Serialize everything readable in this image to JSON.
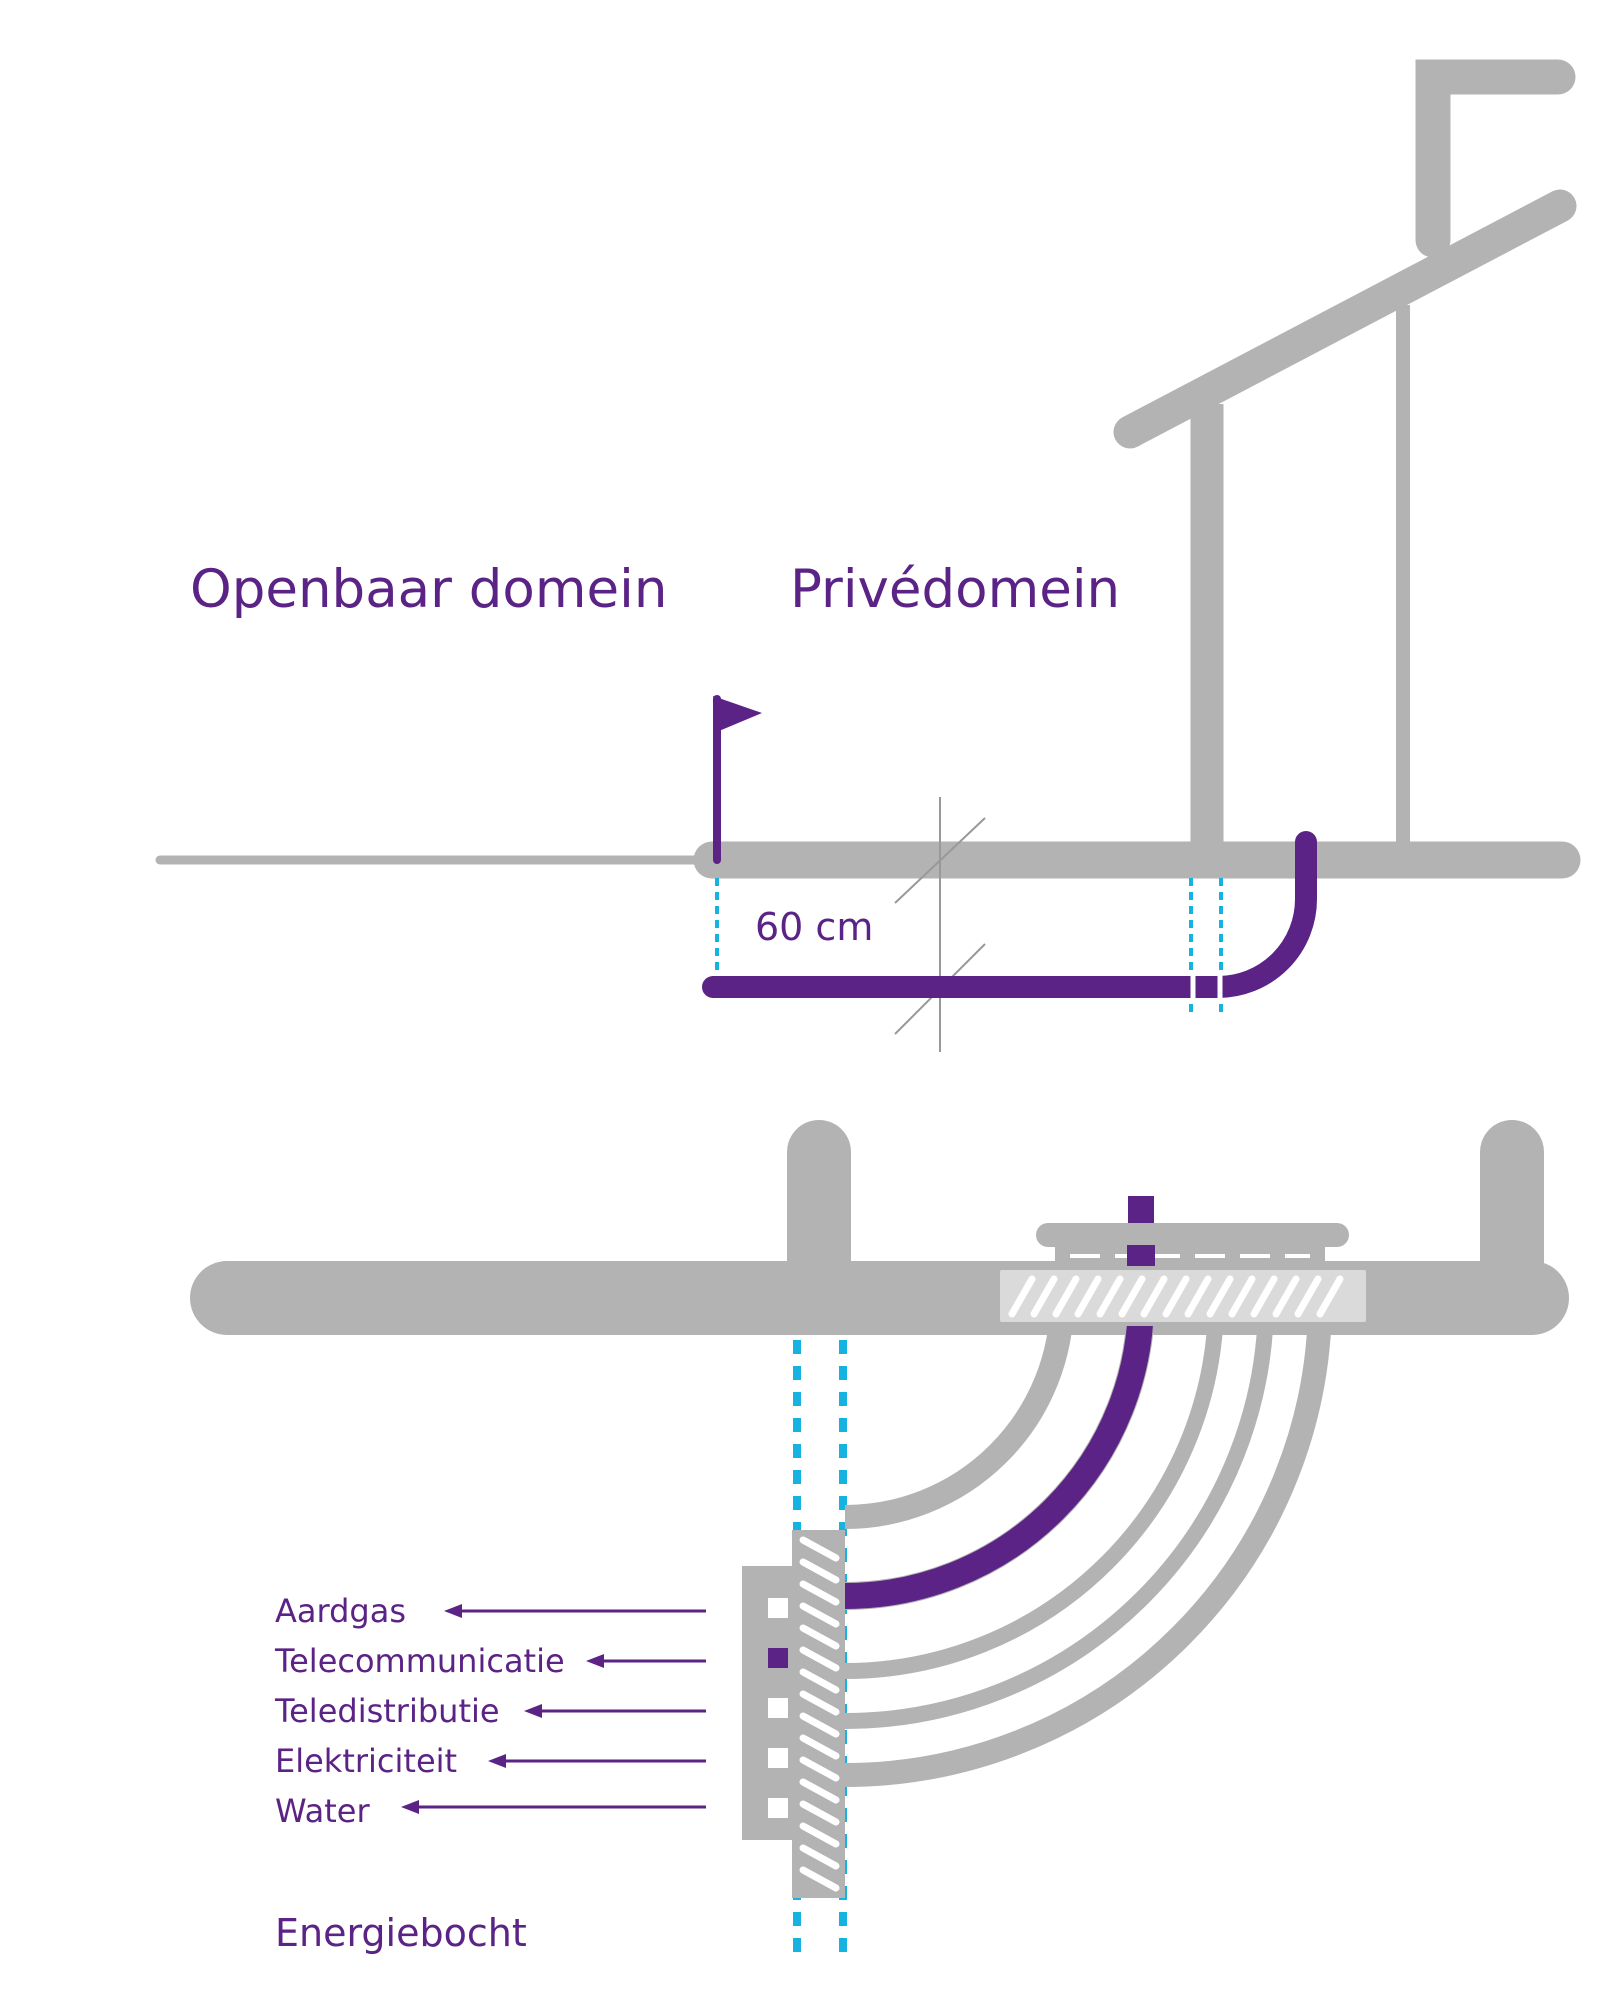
{
  "labels": {
    "public_domain": "Openbaar domein",
    "private_domain": "Privédomein",
    "depth": "60 cm",
    "energy_bend": "Energiebocht"
  },
  "utilities": [
    {
      "label": "Aardgas",
      "highlighted": false
    },
    {
      "label": "Telecommunicatie",
      "highlighted": true
    },
    {
      "label": "Teledistributie",
      "highlighted": false
    },
    {
      "label": "Elektriciteit",
      "highlighted": false
    },
    {
      "label": "Water",
      "highlighted": false
    }
  ],
  "colors": {
    "accent": "#5b2385",
    "structure": "#b3b3b3",
    "guide": "#16b3e0",
    "light_fill": "#dadada",
    "thin_line": "#999999"
  }
}
